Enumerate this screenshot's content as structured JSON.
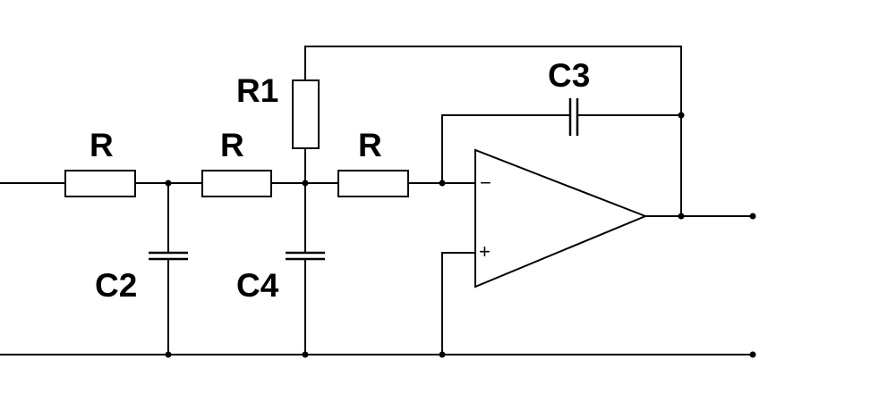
{
  "components": {
    "r_in": "R",
    "r_mid": "R",
    "r_out": "R",
    "r1": "R1",
    "c2": "C2",
    "c3": "C3",
    "c4": "C4"
  },
  "opamp": {
    "inverting_sign": "−",
    "noninverting_sign": "+"
  }
}
